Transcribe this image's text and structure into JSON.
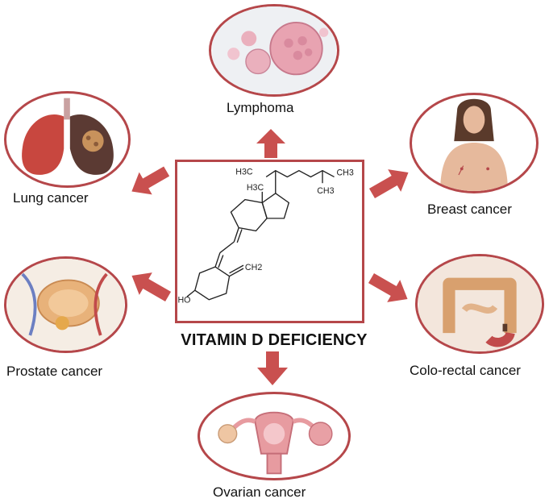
{
  "title": "VITAMIN D DEFICIENCY",
  "molecule": {
    "labels": [
      "H3C",
      "CH3",
      "CH3",
      "H3C",
      "CH2",
      "HO"
    ]
  },
  "nodes": [
    {
      "id": "lymphoma",
      "label": "Lymphoma",
      "icon": "lymphoma-cells-icon"
    },
    {
      "id": "lung",
      "label": "Lung cancer",
      "icon": "lungs-icon"
    },
    {
      "id": "breast",
      "label": "Breast cancer",
      "icon": "breast-icon"
    },
    {
      "id": "prostate",
      "label": "Prostate cancer",
      "icon": "prostate-icon"
    },
    {
      "id": "colorectal",
      "label": "Colo-rectal cancer",
      "icon": "colon-icon"
    },
    {
      "id": "ovarian",
      "label": "Ovarian cancer",
      "icon": "uterus-ovaries-icon"
    }
  ],
  "colors": {
    "accent": "#b5474a",
    "arrow": "#c9504f"
  }
}
